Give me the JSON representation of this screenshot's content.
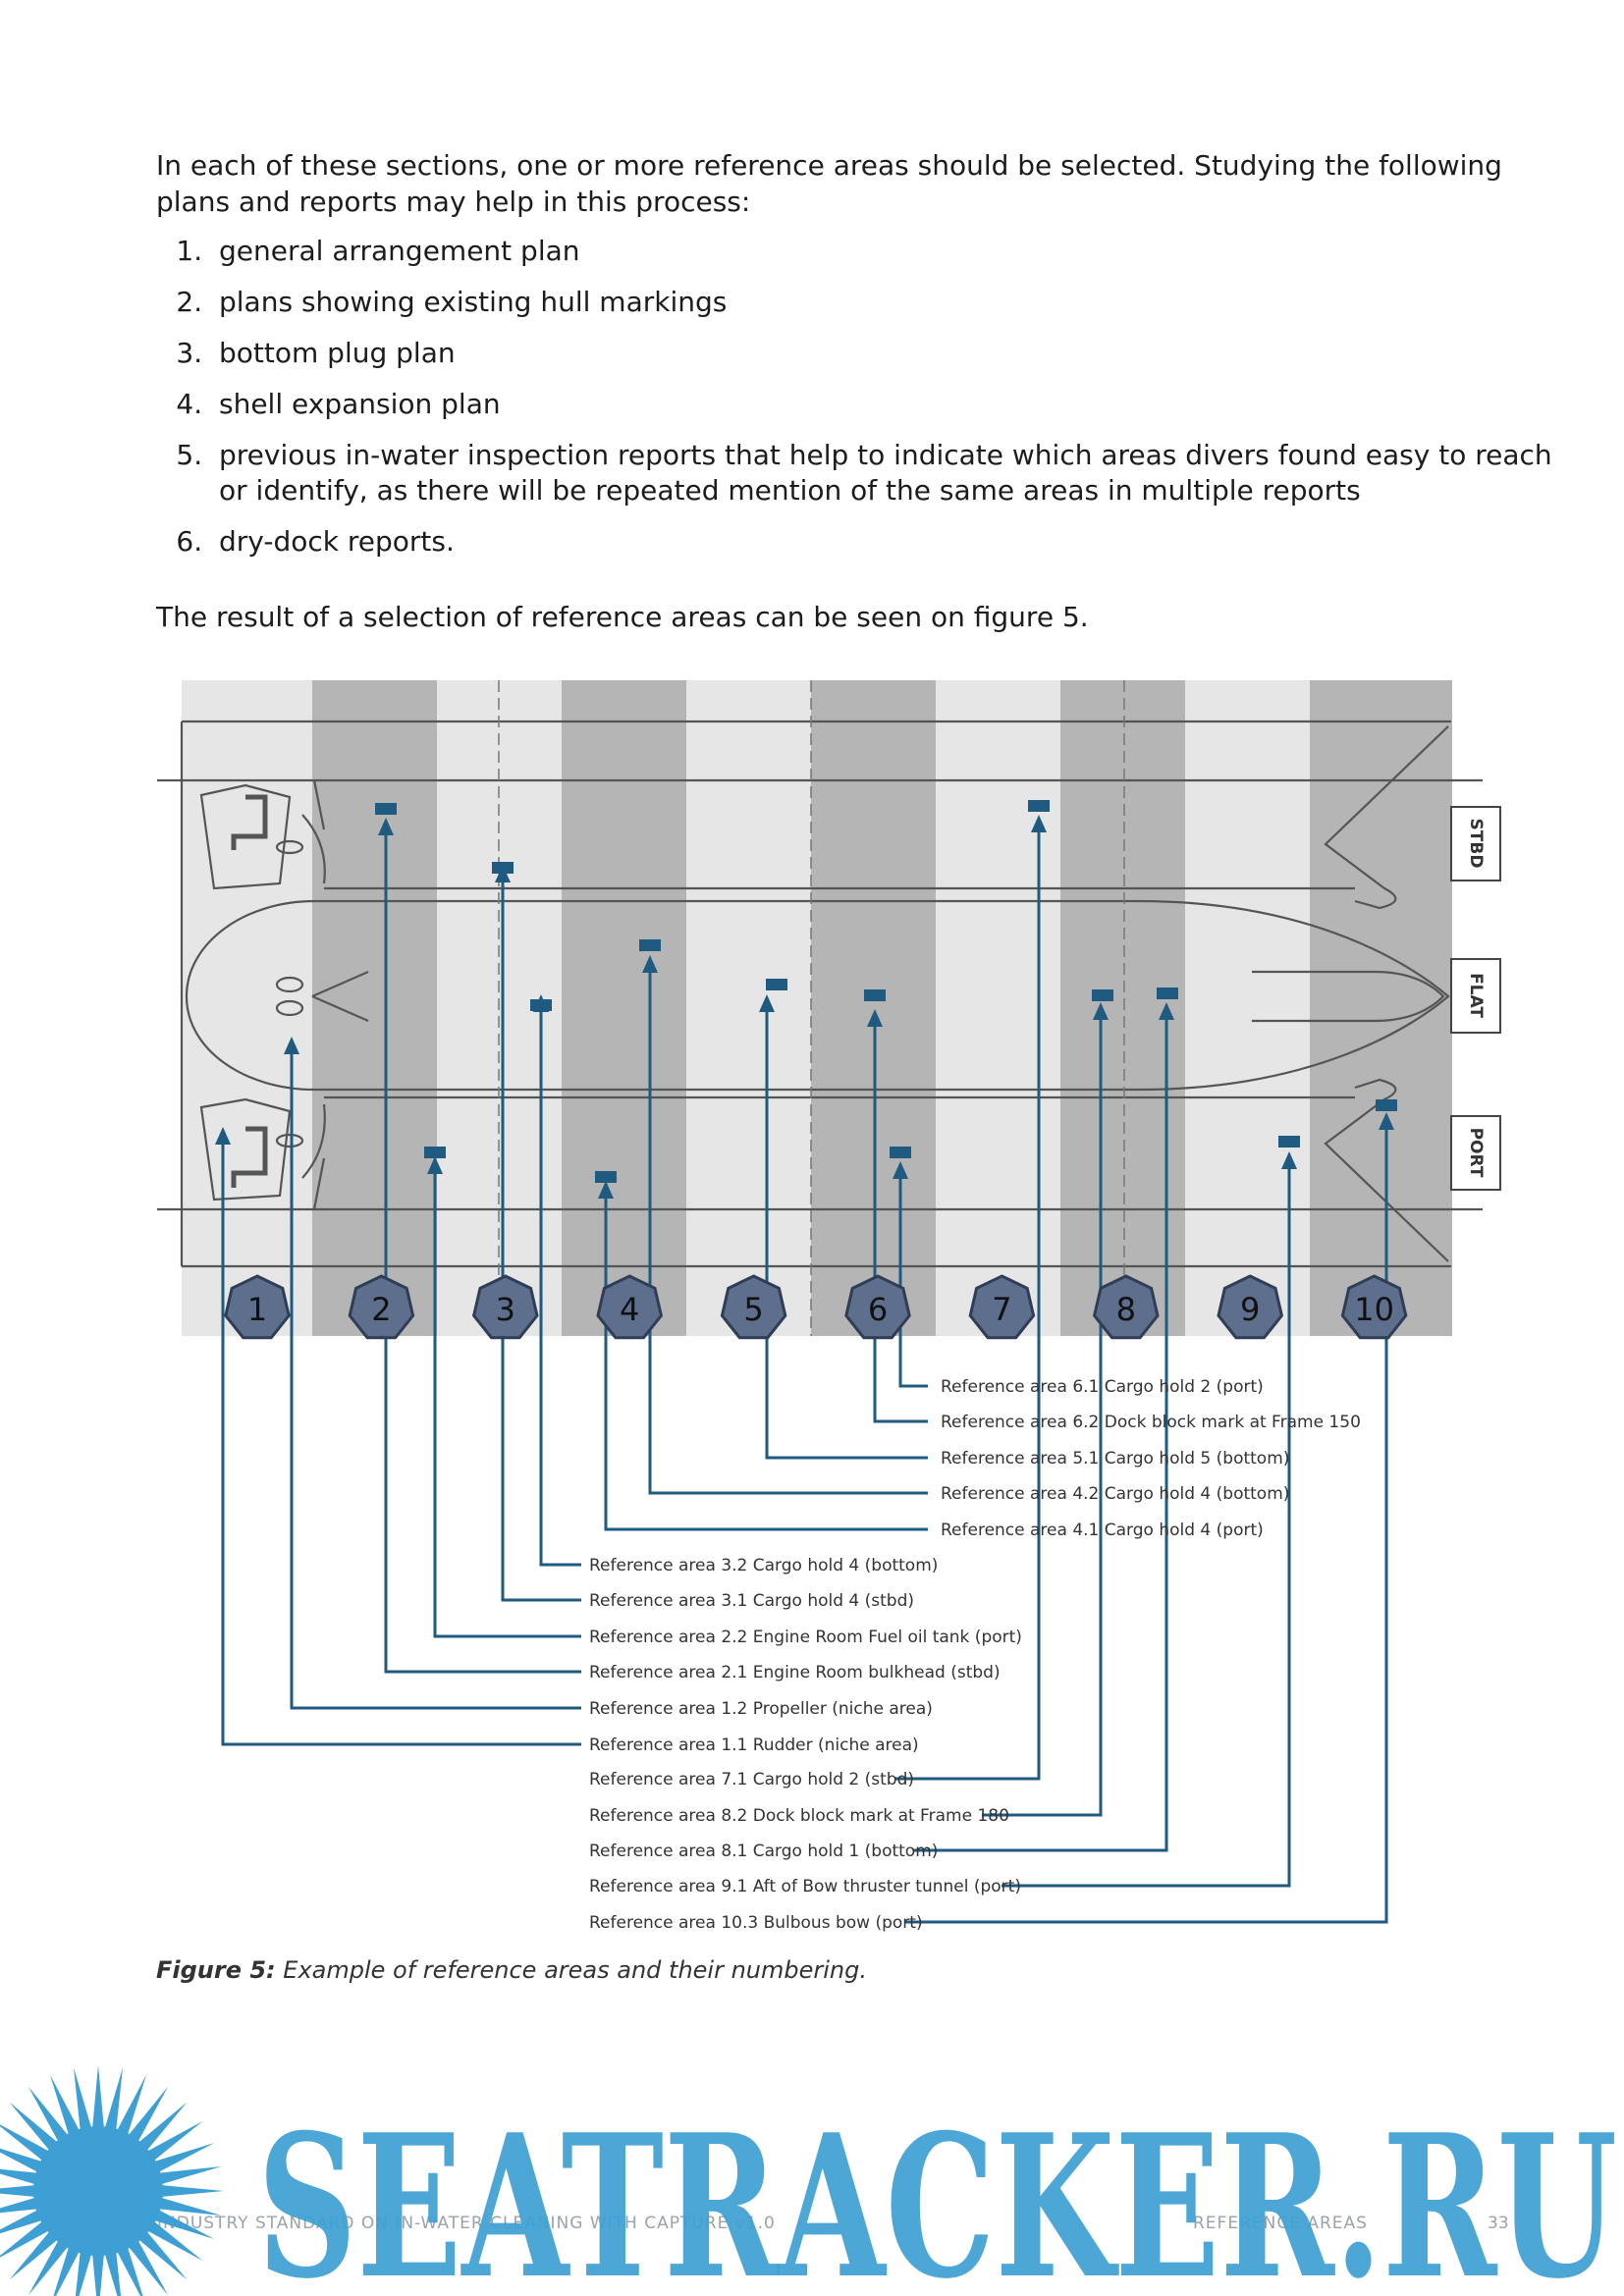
{
  "intro": "In each of these sections, one or more reference areas should be selected. Studying the following plans and reports may help in this process:",
  "plans": [
    "general arrangement plan",
    "plans showing existing hull markings",
    "bottom plug plan",
    "shell expansion plan",
    "previous in-water inspection reports that help to indicate which areas divers found easy to reach or identify, as there will be repeated mention of the same areas in multiple reports",
    "dry-dock reports."
  ],
  "result_text": "The result of a selection of reference areas can be seen on figure 5.",
  "figure": {
    "side_labels": {
      "stbd": "STBD",
      "flat": "FLAT",
      "port": "PORT"
    },
    "sections": [
      "1",
      "2",
      "3",
      "4",
      "5",
      "6",
      "7",
      "8",
      "9",
      "10"
    ],
    "legend": [
      "Reference area 6.1 Cargo hold 2 (port)",
      "Reference area 6.2 Dock block mark at Frame 150",
      "Reference area 5.1 Cargo hold 5 (bottom)",
      "Reference area 4.2 Cargo hold 4 (bottom)",
      "Reference area 4.1 Cargo hold 4 (port)",
      "Reference area 3.2 Cargo hold 4 (bottom)",
      "Reference area 3.1 Cargo hold 4 (stbd)",
      "Reference area 2.2 Engine Room Fuel oil tank (port)",
      "Reference area 2.1 Engine Room bulkhead (stbd)",
      "Reference area 1.2 Propeller (niche area)",
      "Reference area 1.1 Rudder (niche area)",
      "Reference area 7.1 Cargo hold 2 (stbd)",
      "Reference area 8.2 Dock block mark at Frame 180",
      "Reference area 8.1 Cargo hold 1 (bottom)",
      "Reference area 9.1 Aft of Bow thruster tunnel (port)",
      "Reference area 10.3 Bulbous bow (port)"
    ]
  },
  "caption": {
    "label": "Figure 5:",
    "text": " Example of reference areas and their numbering."
  },
  "footer": {
    "left": "INDUSTRY STANDARD ON IN-WATER CLEANING WITH CAPTURE v1.0",
    "right": "REFERENCE AREAS",
    "page": "33"
  },
  "watermark": "SEATRACKER.RU",
  "colors": {
    "accent": "#1f5a80",
    "hex": "#5d6f8c",
    "band_dark": "#b5b5b5",
    "band_light": "#e6e6e6",
    "watermark": "#3d9fd4"
  }
}
